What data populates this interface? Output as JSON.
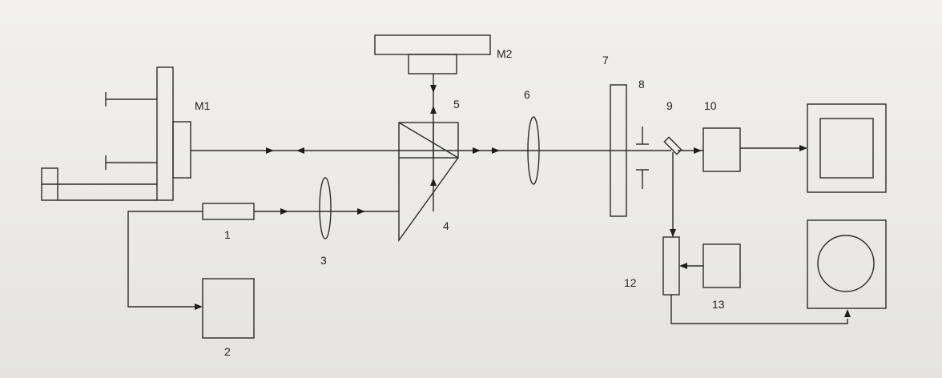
{
  "diagram": {
    "labels": {
      "m1": "M1",
      "m2": "M2",
      "c1": "1",
      "c2": "2",
      "c3": "3",
      "c4": "4",
      "c5": "5",
      "c6": "6",
      "c7": "7",
      "c8": "8",
      "c9": "9",
      "c10": "10",
      "c12": "12",
      "c13": "13"
    }
  }
}
